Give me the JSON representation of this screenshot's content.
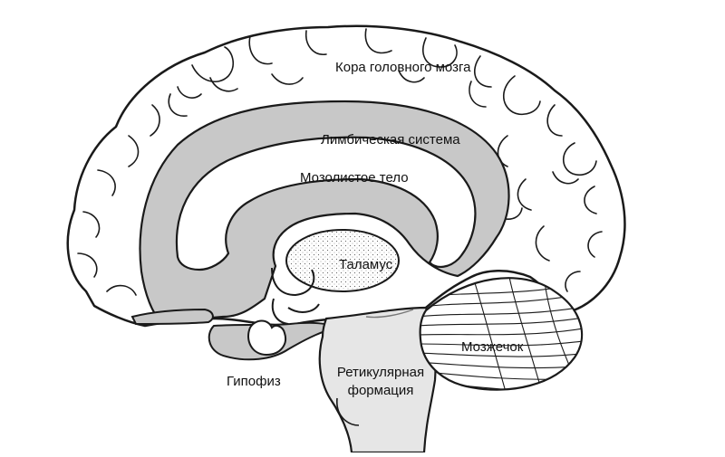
{
  "labels": {
    "cortex": "Кора головного мозга",
    "limbic_system": "Лимбическая система",
    "corpus_callosum": "Мозолистое тело",
    "thalamus": "Таламус",
    "pituitary": "Гипофиз",
    "reticular_line1": "Ретикулярная",
    "reticular_line2": "формация",
    "cerebellum": "Мозжечок"
  },
  "colors": {
    "outline": "#1a1a1a",
    "limbic_fill": "#c8c8c8",
    "reticular_fill": "#e6e6e6",
    "background": "#ffffff"
  }
}
